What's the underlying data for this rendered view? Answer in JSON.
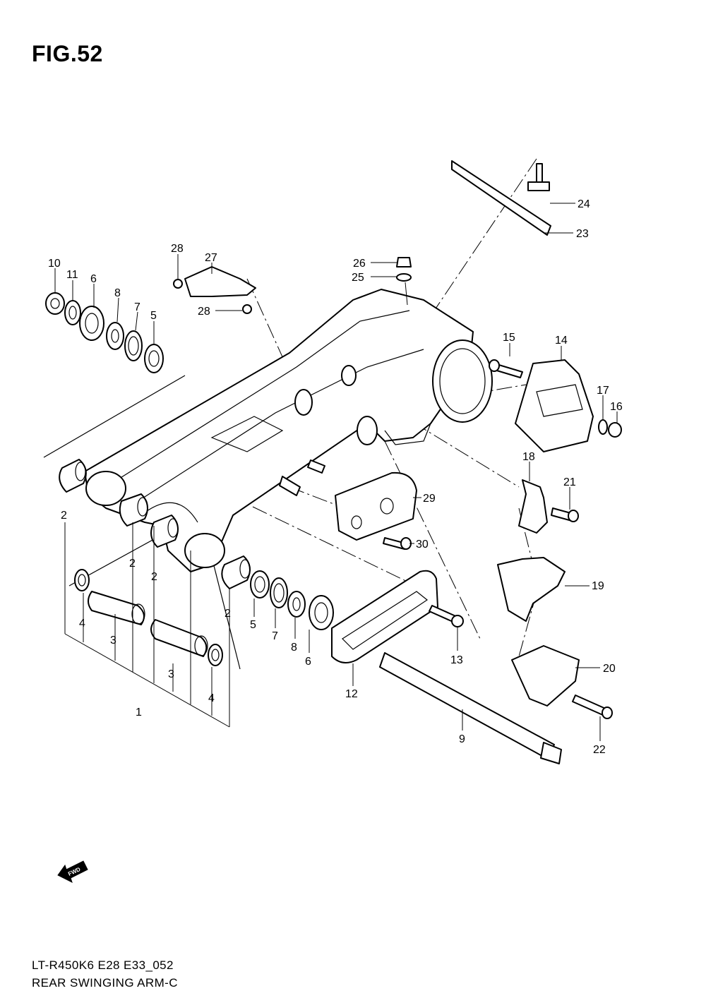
{
  "figure": {
    "title": "FIG.52",
    "model_code": "LT-R450K6 E28 E33_052",
    "name": "REAR SWINGING ARM-C",
    "fwd_label": "FWD"
  },
  "callouts": [
    "1",
    "2",
    "2",
    "2",
    "2",
    "3",
    "3",
    "4",
    "4",
    "5",
    "5",
    "6",
    "6",
    "7",
    "7",
    "8",
    "8",
    "9",
    "10",
    "11",
    "12",
    "13",
    "14",
    "15",
    "16",
    "17",
    "18",
    "19",
    "20",
    "21",
    "22",
    "23",
    "24",
    "25",
    "26",
    "27",
    "28",
    "28",
    "29",
    "30"
  ]
}
